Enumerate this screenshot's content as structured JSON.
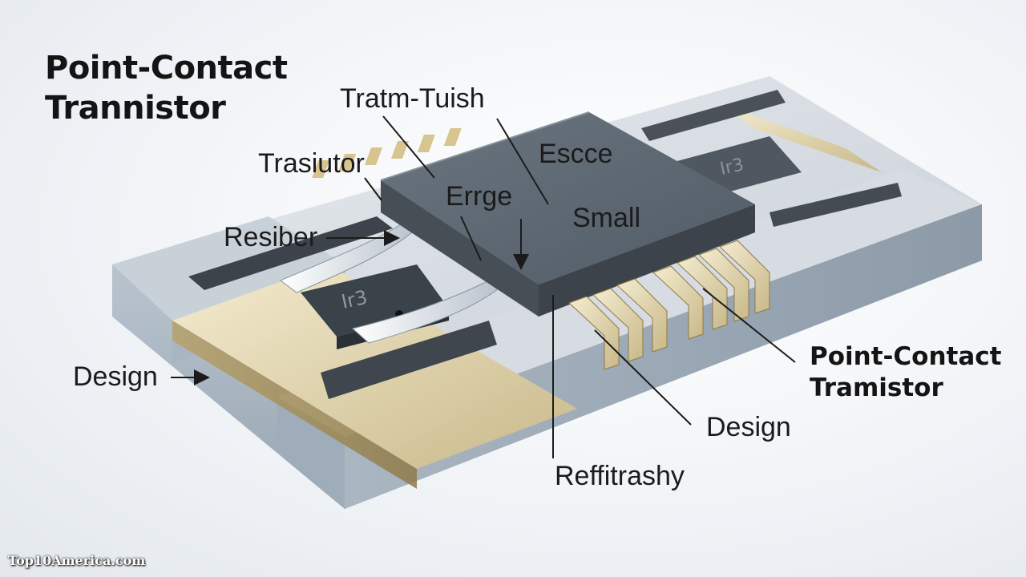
{
  "title": {
    "line1": "Point-Contact",
    "line2": "Trannistor"
  },
  "labels": {
    "tratm_tuish": "Tratm-Tuish",
    "trasiutor": "Trasiutor",
    "escce": "Escce",
    "errge": "Errge",
    "small": "Small",
    "resiber": "Resiber",
    "design_left": "Design",
    "design_right": "Design",
    "reffitrashy": "Reffitrashy",
    "pct_right_line1": "Point-Contact",
    "pct_right_line2": "Tramistor"
  },
  "chip_marking": "Ir3",
  "watermark": "Top10America.com"
}
